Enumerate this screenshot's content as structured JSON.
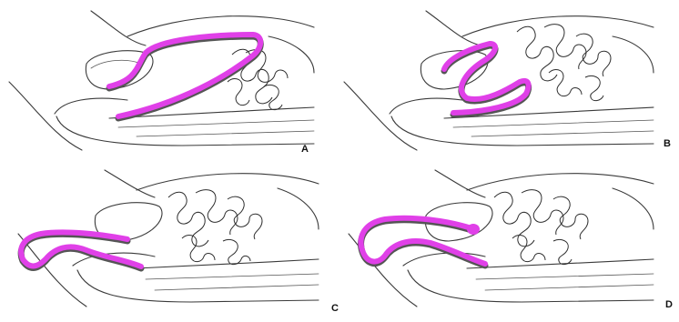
{
  "panels": [
    {
      "id": "A",
      "label": "A"
    },
    {
      "id": "B",
      "label": "B"
    },
    {
      "id": "C",
      "label": "C"
    },
    {
      "id": "D",
      "label": "D"
    }
  ],
  "colors": {
    "highlight": "#e040e8",
    "line": "#3a3a3a",
    "background": "#ffffff"
  }
}
